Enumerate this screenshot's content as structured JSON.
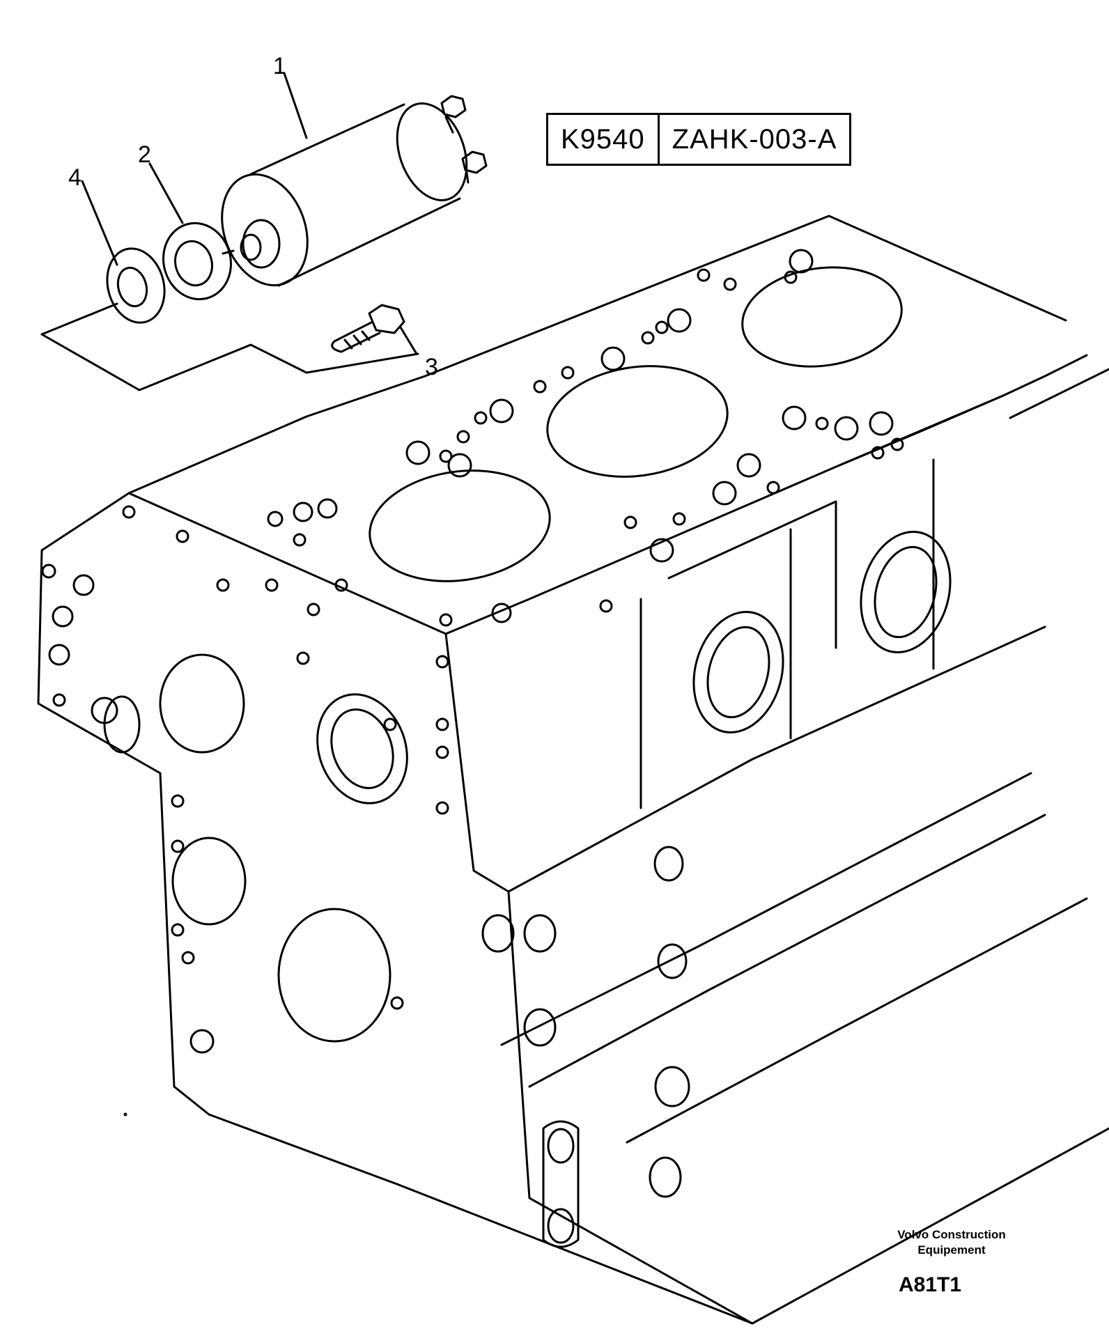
{
  "reference": {
    "left_code": "K9540",
    "right_code": "ZAHK-003-A"
  },
  "callouts": [
    {
      "label": "1",
      "part": "starter-motor"
    },
    {
      "label": "2",
      "part": "washer"
    },
    {
      "label": "3",
      "part": "stud-bolt"
    },
    {
      "label": "4",
      "part": "washer"
    }
  ],
  "manufacturer": {
    "line1": "Volvo Construction",
    "line2": "Equipement"
  },
  "drawing_code": "A81T1",
  "colors": {
    "ink": "#000000",
    "paper": "#ffffff"
  }
}
